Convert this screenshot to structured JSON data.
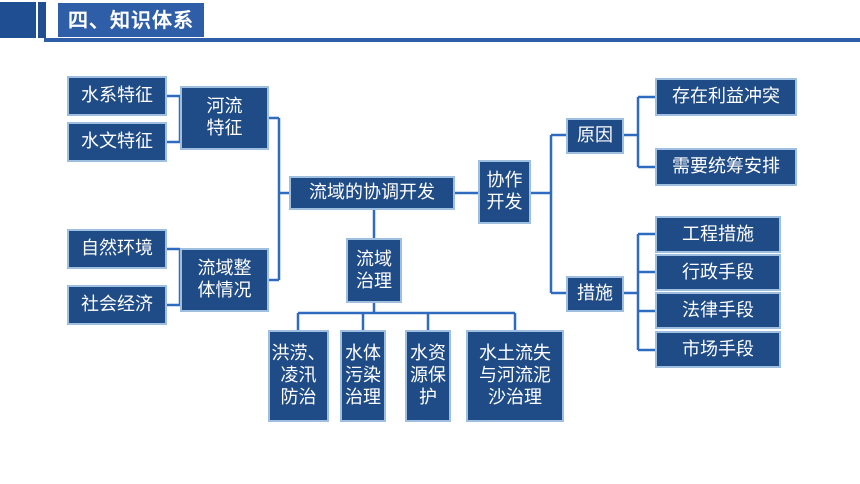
{
  "header": {
    "title": "四、知识体系"
  },
  "diagram": {
    "center": "流域的协调开发",
    "river_features": {
      "label": "河流\n特征",
      "items": [
        "水系特征",
        "水文特征"
      ]
    },
    "basin_overview": {
      "label": "流域整\n体情况",
      "items": [
        "自然环境",
        "社会经济"
      ]
    },
    "cooperation": {
      "label": "协作\n开发"
    },
    "reasons": {
      "label": "原因",
      "items": [
        "存在利益冲突",
        "需要统筹安排"
      ]
    },
    "measures": {
      "label": "措施",
      "items": [
        "工程措施",
        "行政手段",
        "法律手段",
        "市场手段"
      ]
    },
    "governance": {
      "label": "流域\n治理",
      "items": [
        "洪涝、\n凌汛\n防治",
        "水体\n污染\n治理",
        "水资\n源保\n护",
        "水土流失\n与河流泥\n沙治理"
      ]
    }
  },
  "colors": {
    "node_fill": "#1f4b86",
    "node_border": "#9fbfe0",
    "connector": "#2f6bbf",
    "header": "#2e5ea8"
  }
}
